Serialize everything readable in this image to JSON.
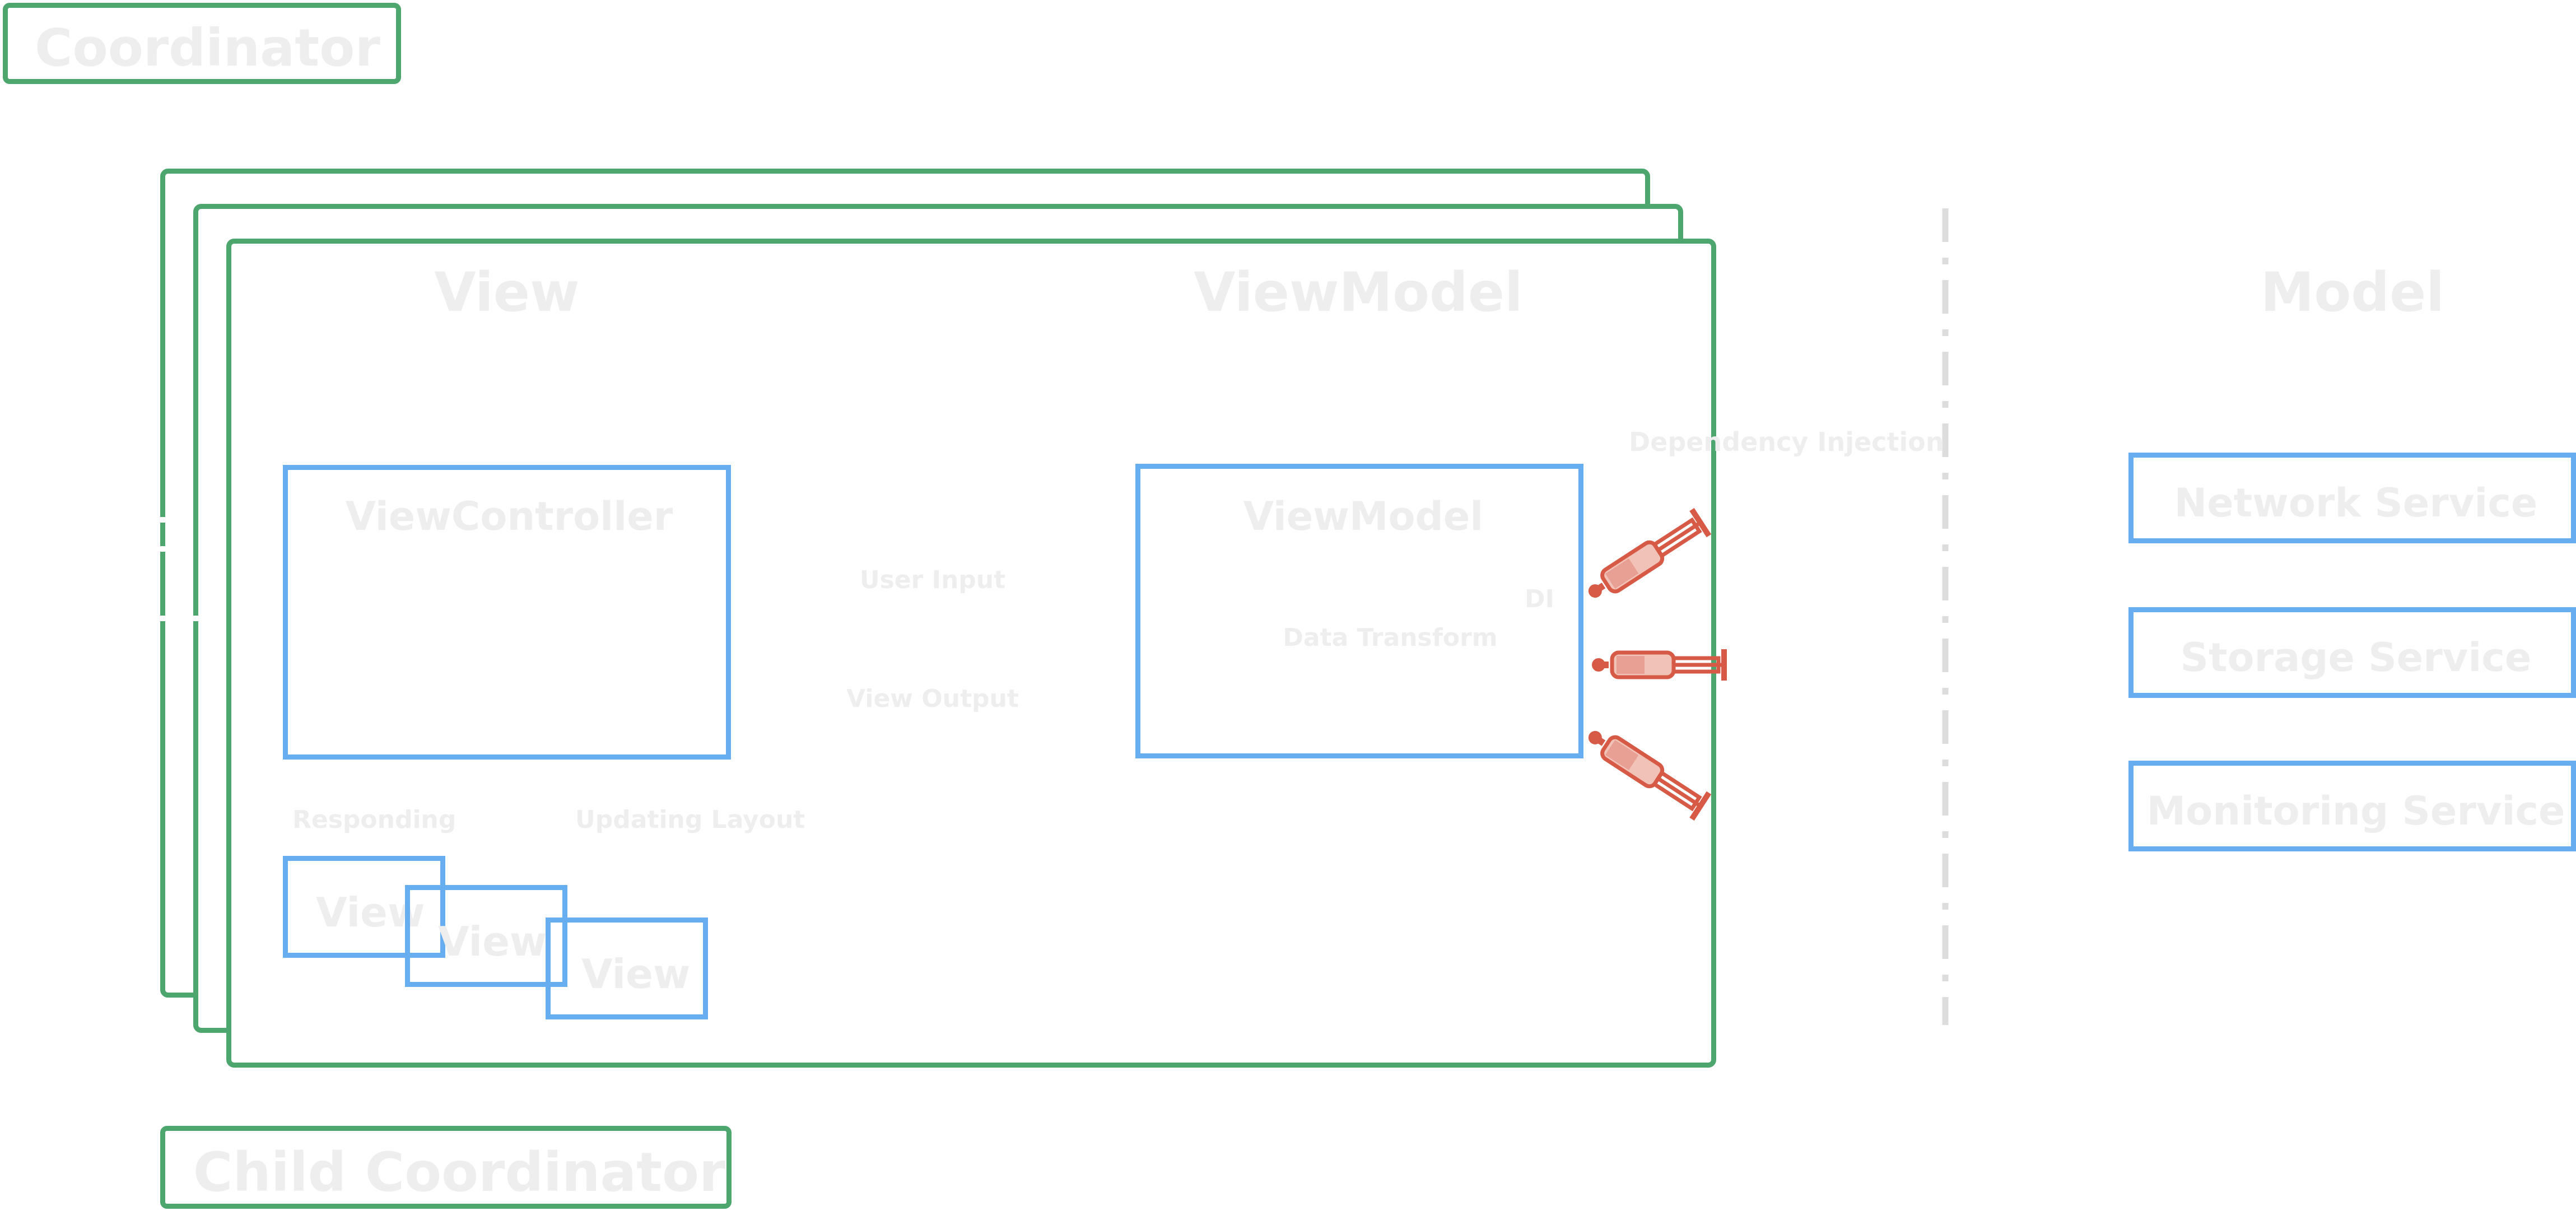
{
  "diagram": {
    "coordinator": "Coordinator",
    "child_coordinator": "Child Coordinator",
    "columns": {
      "view": "View",
      "viewmodel": "ViewModel",
      "model": "Model"
    },
    "view_controller": "ViewController",
    "viewmodel_box": {
      "title": "ViewModel",
      "subtitle": "Data Transform"
    },
    "edges": {
      "user_input": "User Input",
      "view_output": "View Output",
      "responding": "Responding",
      "updating_layout": "Updating Layout",
      "di": "DI",
      "dependency_injection": "Dependency Injection"
    },
    "subviews": [
      "View",
      "View",
      "View"
    ],
    "services": [
      "Network Service",
      "Storage Service",
      "Monitoring Service"
    ],
    "colors": {
      "container": "#4ea66f",
      "component": "#66aeef",
      "syringe": "#d65a45",
      "separator": "#dddddd",
      "label": "#eeeeee"
    },
    "icons": [
      "syringe-icon",
      "syringe-icon",
      "syringe-icon"
    ]
  }
}
